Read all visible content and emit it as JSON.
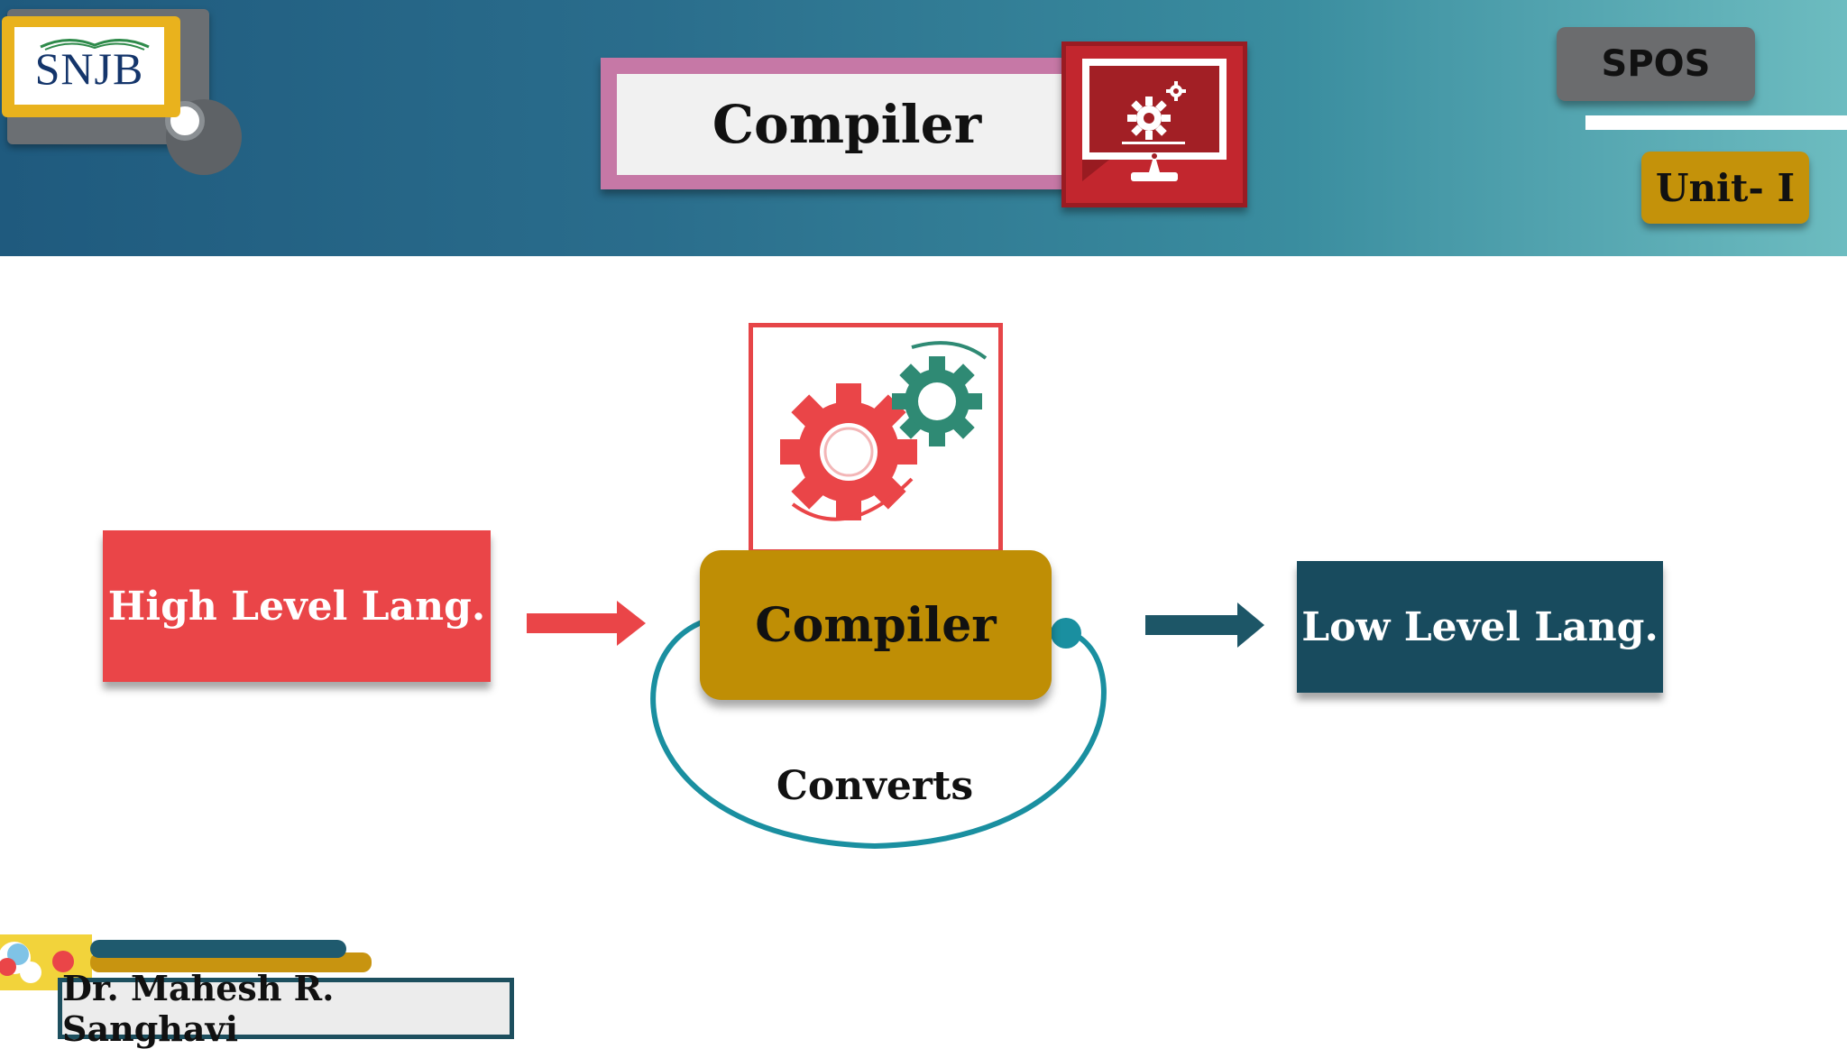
{
  "header": {
    "logo_text": "SNJB",
    "title": "Compiler",
    "subject": "SPOS",
    "unit": "Unit- I"
  },
  "diagram": {
    "source": "High Level Lang.",
    "processor": "Compiler",
    "target": "Low Level Lang.",
    "loop_label": "Converts"
  },
  "footer": {
    "author": "Dr. Mahesh R. Sanghavi"
  },
  "colors": {
    "red": "#ea4548",
    "gold": "#bf8e05",
    "teal_dark": "#184b5e",
    "teal_loop": "#1a8fa0",
    "gear_green": "#2f8a74"
  },
  "icons": [
    "snjb-logo",
    "monitor-gear-icon",
    "gears-icon",
    "arrow-right-icon"
  ]
}
